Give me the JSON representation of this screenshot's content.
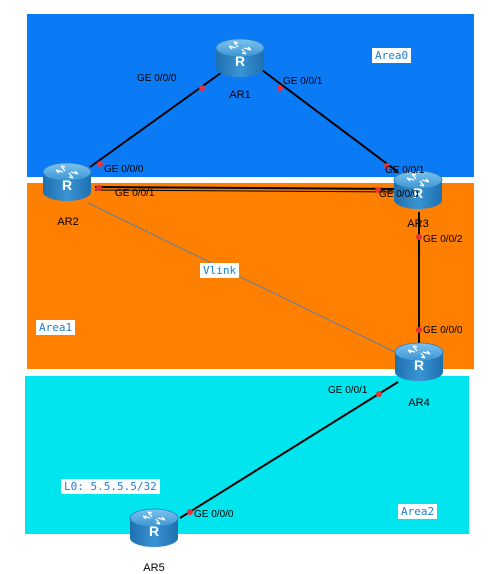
{
  "colors": {
    "area0": "#0A7BF5",
    "area1": "#FF7F00",
    "area2": "#00E5EE",
    "link": "#000000",
    "vlink": "#5a82a8",
    "port": "#e8323a",
    "router_body": "#2f86c6"
  },
  "areas": {
    "area0": "Area0",
    "area1": "Area1",
    "area2": "Area2"
  },
  "vlink_label": "Vlink",
  "loopback_label": "L0: 5.5.5.5/32",
  "routers": {
    "ar1": "AR1",
    "ar2": "AR2",
    "ar3": "AR3",
    "ar4": "AR4",
    "ar5": "AR5"
  },
  "interfaces": {
    "ar1_g000": "GE 0/0/0",
    "ar1_g001": "GE 0/0/1",
    "ar2_g000": "GE 0/0/0",
    "ar2_g001": "GE 0/0/1",
    "ar3_g001": "GE 0/0/1",
    "ar3_g000": "GE 0/0/0",
    "ar3_g002": "GE 0/0/2",
    "ar4_g000": "GE 0/0/0",
    "ar4_g001": "GE 0/0/1",
    "ar5_g000": "GE 0/0/0"
  }
}
